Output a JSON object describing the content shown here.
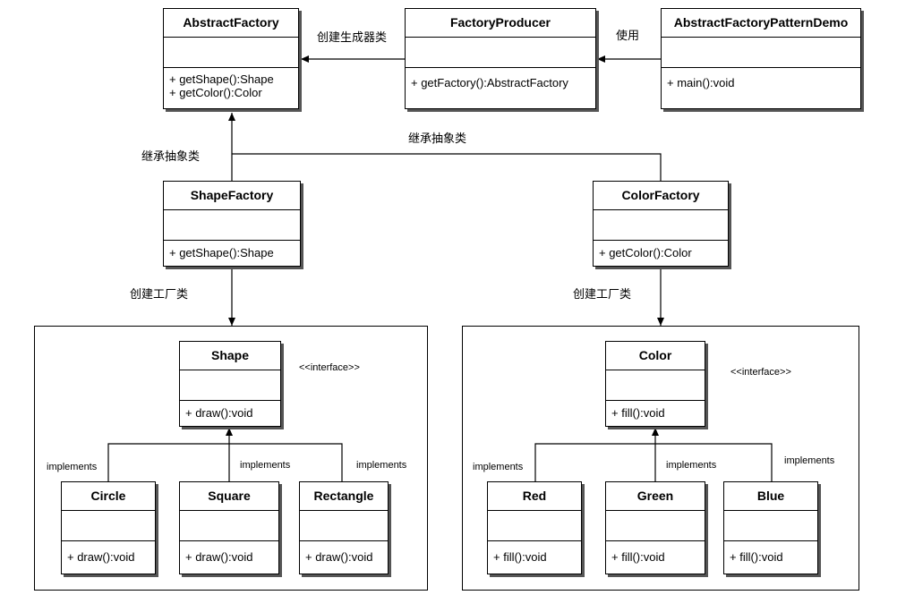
{
  "classes": {
    "abstract_factory": {
      "name": "AbstractFactory",
      "methods": [
        "+ getShape():Shape",
        "+ getColor():Color"
      ]
    },
    "factory_producer": {
      "name": "FactoryProducer",
      "methods": [
        "+ getFactory():AbstractFactory"
      ]
    },
    "demo": {
      "name": "AbstractFactoryPatternDemo",
      "methods": [
        "+ main():void"
      ]
    },
    "shape_factory": {
      "name": "ShapeFactory",
      "methods": [
        "+ getShape():Shape"
      ]
    },
    "color_factory": {
      "name": "ColorFactory",
      "methods": [
        "+ getColor():Color"
      ]
    },
    "shape": {
      "name": "Shape",
      "methods": [
        "+ draw():void"
      ]
    },
    "circle": {
      "name": "Circle",
      "methods": [
        "+ draw():void"
      ]
    },
    "square": {
      "name": "Square",
      "methods": [
        "+ draw():void"
      ]
    },
    "rectangle": {
      "name": "Rectangle",
      "methods": [
        "+ draw():void"
      ]
    },
    "color": {
      "name": "Color",
      "methods": [
        "+ fill():void"
      ]
    },
    "red": {
      "name": "Red",
      "methods": [
        "+ fill():void"
      ]
    },
    "green": {
      "name": "Green",
      "methods": [
        "+ fill():void"
      ]
    },
    "blue": {
      "name": "Blue",
      "methods": [
        "+ fill():void"
      ]
    }
  },
  "labels": {
    "create_producer": "创建生成器类",
    "use": "使用",
    "inherit_left": "继承抽象类",
    "inherit_right": "继承抽象类",
    "create_factory_left": "创建工厂类",
    "create_factory_right": "创建工厂类",
    "interface_shape": "<<interface>>",
    "interface_color": "<<interface>>",
    "implements_circle": "implements",
    "implements_square": "implements",
    "implements_rectangle": "implements",
    "implements_red": "implements",
    "implements_green": "implements",
    "implements_blue": "implements"
  }
}
